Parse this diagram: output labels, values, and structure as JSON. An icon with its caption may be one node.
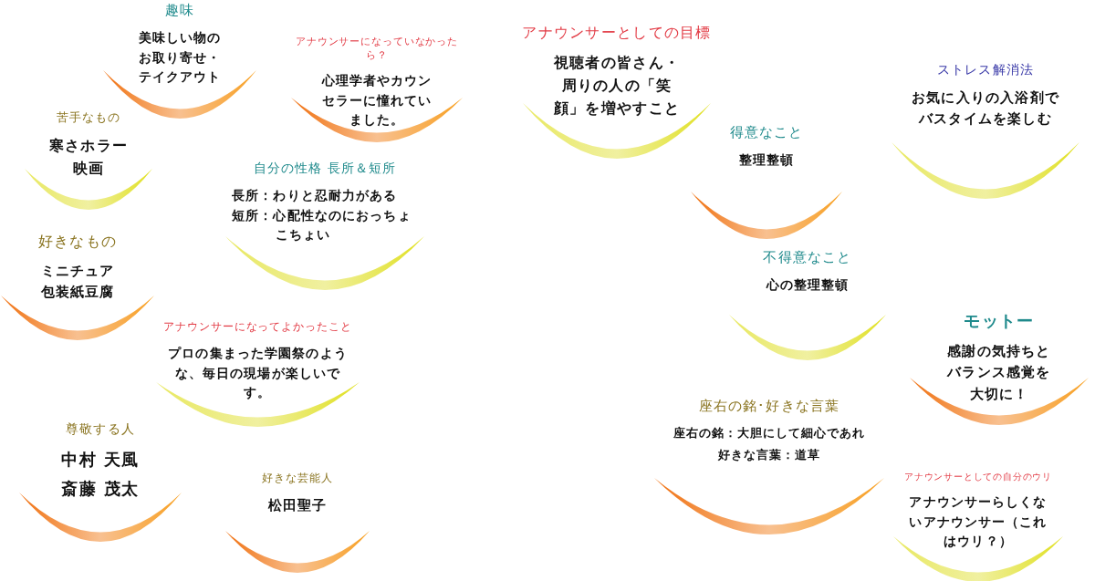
{
  "diagram": {
    "nodes": [
      {
        "text": [
          "趣味",
          "美味しい物のお取り寄せ・テイクアウト"
        ]
      },
      {
        "text": [
          "アナウンサーになっていなかったら？",
          "心理学者やカウンセラーに憧れていました。"
        ]
      },
      {
        "text": [
          "アナウンサーとしての目標",
          "視聴者の皆さん・周りの人の「笑顔」を増やすこと"
        ]
      },
      {
        "text": [
          "苦手なもの",
          "寒さホラー映画"
        ]
      },
      {
        "text": [
          "ストレス解消法",
          "お気に入りの入浴剤でバスタイムを楽しむ"
        ]
      },
      {
        "text": [
          "得意なこと",
          "整理整頓"
        ]
      },
      {
        "text": [
          "自分の性格 長所＆短所",
          "長所：わりと忍耐力がある",
          "短所：心配性なのにおっちょこちょい"
        ]
      },
      {
        "text": [
          "好きなもの",
          "ミニチュア包装紙豆腐"
        ]
      },
      {
        "text": [
          "不得意なこと",
          "心の整理整頓"
        ]
      },
      {
        "text": [
          "モットー",
          "感謝の気持ちとバランス感覚を大切に！"
        ]
      },
      {
        "text": [
          "アナウンサーになってよかったこと",
          "プロの集まった学園祭のような、毎日の現場が楽しいです。"
        ]
      },
      {
        "text": [
          "座右の銘･好きな言葉",
          "座右の銘：大胆にして細心であれ",
          "好きな言葉：道草"
        ]
      },
      {
        "text": [
          "尊敬する人",
          "中村 天風",
          "斎藤 茂太"
        ]
      },
      {
        "text": [
          "アナウンサーとしての自分のウリ",
          "アナウンサーらしくないアナウンサー（これはウリ？）"
        ]
      },
      {
        "text": [
          "好きな芸能人",
          "松田聖子"
        ]
      }
    ],
    "edges": []
  }
}
